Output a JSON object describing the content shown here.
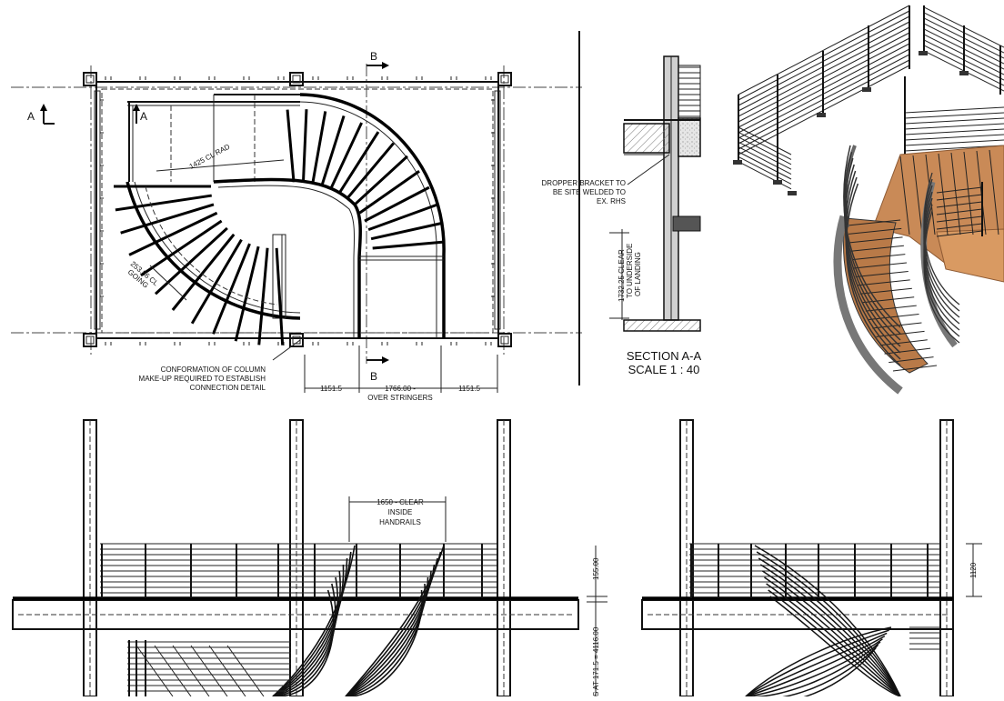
{
  "plan": {
    "section_a_left": "A",
    "section_a_right": "A",
    "section_b_top": "B",
    "section_b_bottom": "B",
    "radius_note": "1425 CL RAD",
    "going_line1": "253.86 CL",
    "going_line2": "GOING",
    "column_note_line1": "CONFORMATION OF COLUMN",
    "column_note_line2": "MAKE-UP REQUIRED TO ESTABLISH",
    "column_note_line3": "CONNECTION DETAIL",
    "dim_left": "1151.5",
    "dim_mid_line1": "1766.00 -",
    "dim_mid_line2": "OVER STRINGERS",
    "dim_right": "1151.5"
  },
  "section": {
    "bracket_line1": "DROPPER BRACKET TO",
    "bracket_line2": "BE SITE WELDED TO",
    "bracket_line3": "EX. RHS",
    "clear_line1": "1732.25 CLEAR",
    "clear_line2": "TO UNDERSIDE",
    "clear_line3": "OF LANDING",
    "title": "SECTION A-A",
    "scale": "SCALE 1 : 40"
  },
  "elevation": {
    "clear_line1": "1650 - CLEAR",
    "clear_line2": "INSIDE",
    "clear_line3": "HANDRAILS",
    "dim_155": "155.00",
    "dim_risers": "S AT 171.5 = 4116.00",
    "dim_1120": "1120"
  },
  "colors": {
    "line": "#111111",
    "timber": "#c98a57",
    "timber_dark": "#8e5a33",
    "steel": "#555555",
    "hatch": "#777777"
  }
}
